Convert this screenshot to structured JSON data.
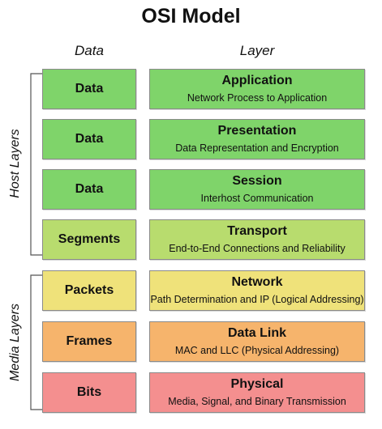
{
  "title": "OSI Model",
  "columns": {
    "data": "Data",
    "layer": "Layer"
  },
  "groups": {
    "host": "Host Layers",
    "media": "Media Layers"
  },
  "layers": [
    {
      "data_unit": "Data",
      "name": "Application",
      "description": "Network Process to Application",
      "color": "#7fd46a"
    },
    {
      "data_unit": "Data",
      "name": "Presentation",
      "description": "Data Representation and Encryption",
      "color": "#7fd46a"
    },
    {
      "data_unit": "Data",
      "name": "Session",
      "description": "Interhost Communication",
      "color": "#7fd46a"
    },
    {
      "data_unit": "Segments",
      "name": "Transport",
      "description": "End-to-End Connections and Reliability",
      "color": "#b8dc6e"
    },
    {
      "data_unit": "Packets",
      "name": "Network",
      "description": "Path Determination and IP (Logical Addressing)",
      "color": "#efe27a"
    },
    {
      "data_unit": "Frames",
      "name": "Data Link",
      "description": "MAC and LLC (Physical Addressing)",
      "color": "#f6b46c"
    },
    {
      "data_unit": "Bits",
      "name": "Physical",
      "description": "Media, Signal, and Binary Transmission",
      "color": "#f48f8f"
    }
  ]
}
